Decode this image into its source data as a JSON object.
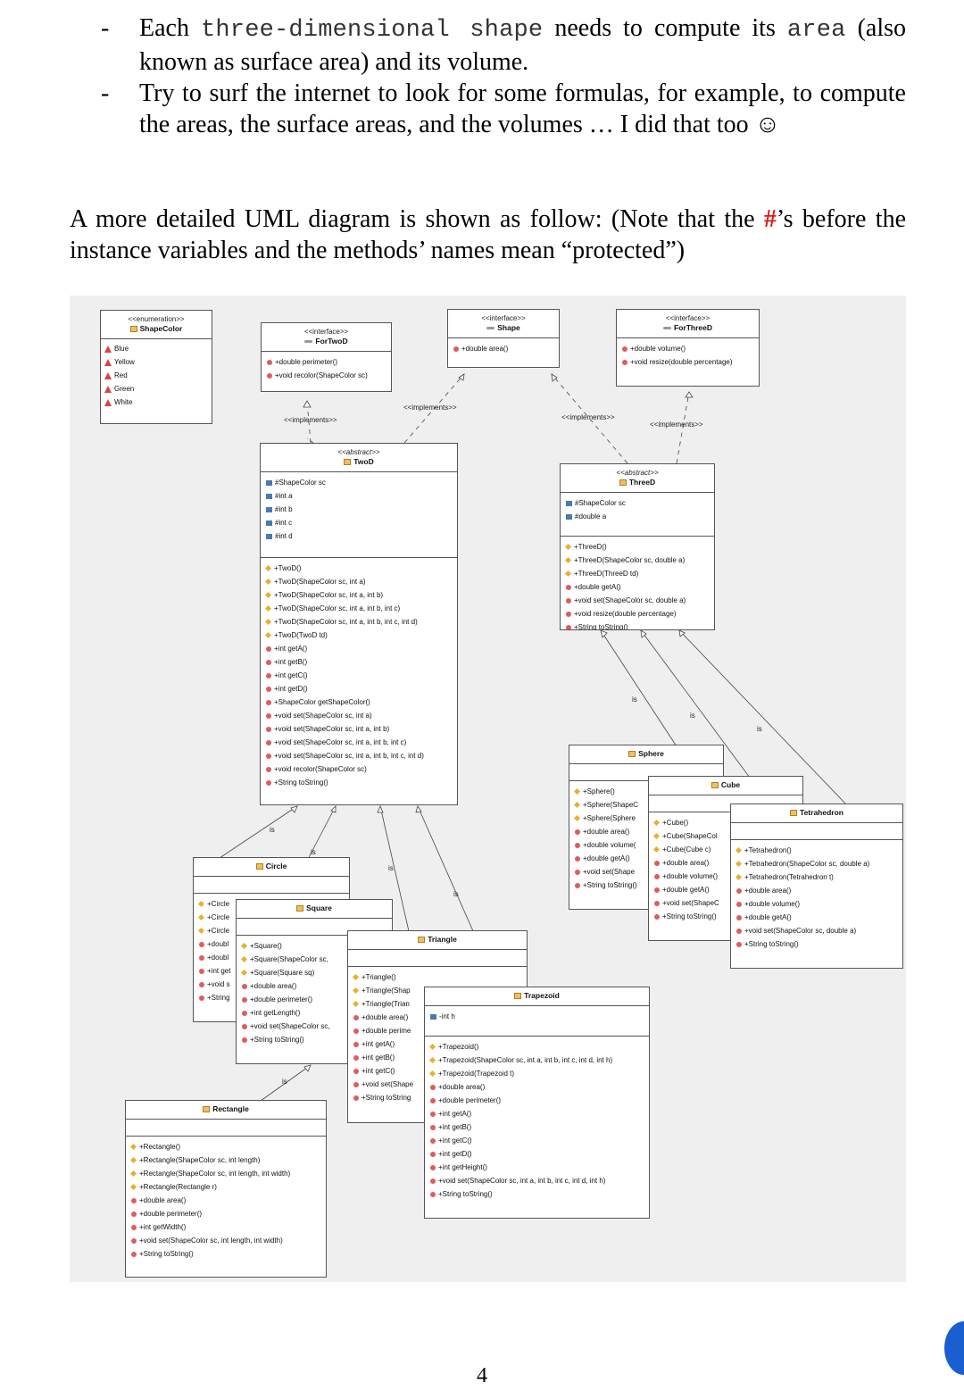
{
  "bullets": [
    {
      "dash": "-",
      "p1": "Each ",
      "code1": "three-dimensional shape",
      "p2": " needs to compute its ",
      "code2": "area",
      "p3": " (also known as surface area) and its volume."
    },
    {
      "dash": "-",
      "text": "Try to surf the internet to look for some formulas, for example, to compute the areas, the surface areas, and the volumes … I did that too ☺"
    }
  ],
  "para": {
    "a": "A more detailed UML diagram is shown as follow: (Note that the ",
    "hash": "#",
    "b": "’s before the instance variables and the methods’ names mean “protected”)"
  },
  "labels": {
    "implements": "<<implements>>",
    "is": "is"
  },
  "boxes": {
    "shapecolor": {
      "stereo": "<<enumeration>>",
      "name": "ShapeColor",
      "items": [
        "Blue",
        "Yellow",
        "Red",
        "Green",
        "White"
      ]
    },
    "fortwod": {
      "stereo": "<<interface>>",
      "name": "ForTwoD",
      "methods": [
        "+double perimeter()",
        "+void recolor(ShapeColor sc)"
      ]
    },
    "shape": {
      "stereo": "<<interface>>",
      "name": "Shape",
      "methods": [
        "+double area()"
      ]
    },
    "forthreed": {
      "stereo": "<<interface>>",
      "name": "ForThreeD",
      "methods": [
        "+double volume()",
        "+void resize(double percentage)"
      ]
    },
    "twod": {
      "stereo": "<<abstract>>",
      "name": "TwoD",
      "fields": [
        "#ShapeColor sc",
        "#int a",
        "#int b",
        "#int c",
        "#int d"
      ],
      "ctors": [
        "+TwoD()",
        "+TwoD(ShapeColor sc, int a)",
        "+TwoD(ShapeColor sc, int a, int b)",
        "+TwoD(ShapeColor sc, int a, int b, int c)",
        "+TwoD(ShapeColor sc, int a, int b, int c, int d)",
        "+TwoD(TwoD td)"
      ],
      "methods": [
        "+int getA()",
        "+int getB()",
        "+int getC()",
        "+int getD()",
        "+ShapeColor getShapeColor()",
        "+void set(ShapeColor sc, int a)",
        "+void set(ShapeColor sc, int a, int b)",
        "+void set(ShapeColor sc, int a, int b, int c)",
        "+void set(ShapeColor sc, int a, int b, int c, int d)",
        "+void recolor(ShapeColor sc)",
        "+String toString()"
      ]
    },
    "threed": {
      "stereo": "<<abstract>>",
      "name": "ThreeD",
      "fields": [
        "#ShapeColor sc",
        "#double a"
      ],
      "ctors": [
        "+ThreeD()",
        "+ThreeD(ShapeColor sc, double a)",
        "+ThreeD(ThreeD td)"
      ],
      "methods": [
        "+double getA()",
        "+void set(ShapeColor sc, double a)",
        "+void resize(double percentage)",
        "+String toString()"
      ]
    },
    "sphere": {
      "name": "Sphere",
      "ctors": [
        "+Sphere()",
        "+Sphere(ShapeC",
        "+Sphere(Sphere"
      ],
      "methods": [
        "+double area()",
        "+double volume(",
        "+double getA()",
        "+void set(Shape",
        "+String toString()"
      ]
    },
    "cube": {
      "name": "Cube",
      "ctors": [
        "+Cube()",
        "+Cube(ShapeCol",
        "+Cube(Cube c)"
      ],
      "methods": [
        "+double area()",
        "+double volume()",
        "+double getA()",
        "+void set(ShapeC",
        "+String toString()"
      ]
    },
    "tetra": {
      "name": "Tetrahedron",
      "ctors": [
        "+Tetrahedron()",
        "+Tetrahedron(ShapeColor sc, double a)",
        "+Tetrahedron(Tetrahedron t)"
      ],
      "methods": [
        "+double area()",
        "+double volume()",
        "+double getA()",
        "+void set(ShapeColor sc, double a)",
        "+String toString()"
      ]
    },
    "circle": {
      "name": "Circle",
      "ctors": [
        "+Circle",
        "+Circle",
        "+Circle"
      ],
      "methods": [
        "+doubl",
        "+doubl",
        "+int get",
        "+void s",
        "+String"
      ]
    },
    "square": {
      "name": "Square",
      "ctors": [
        "+Square()",
        "+Square(ShapeColor sc,",
        "+Square(Square sq)"
      ],
      "methods": [
        "+double area()",
        "+double perimeter()",
        "+int getLength()",
        "+void set(ShapeColor sc,",
        "+String toString()"
      ]
    },
    "triangle": {
      "name": "Triangle",
      "ctors": [
        "+Triangle()",
        "+Triangle(Shap",
        "+Triangle(Trian"
      ],
      "methods": [
        "+double area()",
        "+double perime",
        "+int getA()",
        "+int getB()",
        "+int getC()",
        "+void set(Shape",
        "+String toString"
      ]
    },
    "trapezoid": {
      "name": "Trapezoid",
      "fields": [
        "-int h"
      ],
      "ctors": [
        "+Trapezoid()",
        "+Trapezoid(ShapeColor sc, int a, int b, int c, int d, int h)",
        "+Trapezoid(Trapezoid t)"
      ],
      "methods": [
        "+double area()",
        "+double perimeter()",
        "+int getA()",
        "+int getB()",
        "+int getC()",
        "+int getD()",
        "+int getHeight()",
        "+void set(ShapeColor sc, int a, int b, int c, int d, int h)",
        "+String toString()"
      ]
    },
    "rectangle": {
      "name": "Rectangle",
      "ctors": [
        "+Rectangle()",
        "+Rectangle(ShapeColor sc, int length)",
        "+Rectangle(ShapeColor sc, int length, int width)",
        "+Rectangle(Rectangle r)"
      ],
      "methods": [
        "+double area()",
        "+double perimeter()",
        "+int getWidth()",
        "+void set(ShapeColor sc, int length, int width)",
        "+String toString()"
      ]
    }
  },
  "page_number": "4"
}
